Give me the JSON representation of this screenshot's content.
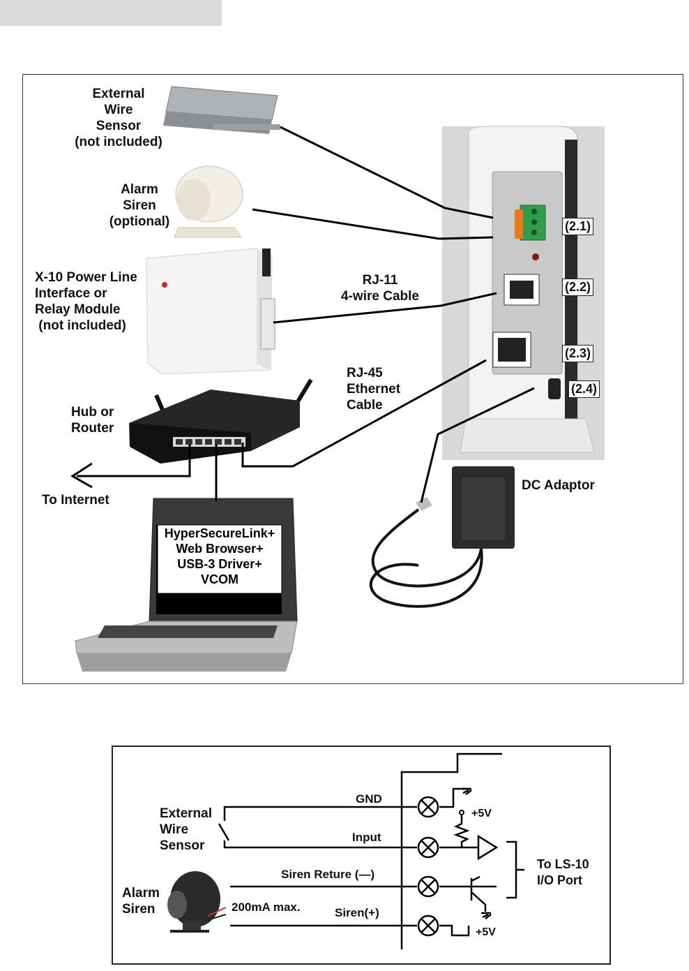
{
  "diagram_top": {
    "external_sensor": "External\nWire\nSensor\n(not included)",
    "alarm_siren": "Alarm\nSiren\n(optional)",
    "x10": "X-10 Power Line\nInterface or\nRelay Module\n (not included)",
    "rj11": "RJ-11\n4-wire Cable",
    "rj45": "RJ-45\nEthernet\nCable",
    "hub": "Hub or\nRouter",
    "internet": "To Internet",
    "dc_adaptor": "DC Adaptor",
    "laptop_screen": [
      "HyperSecureLink+",
      "Web Browser+",
      "USB-3 Driver+",
      "VCOM"
    ],
    "port_labels": [
      "(2.1)",
      "(2.2)",
      "(2.3)",
      "(2.4)"
    ]
  },
  "diagram_bottom": {
    "external_sensor": "External\nWire\nSensor",
    "alarm_siren": "Alarm\nSiren",
    "gnd": "GND",
    "input": "Input",
    "siren_return": "Siren Reture (—)",
    "siren_plus": "Siren(+)",
    "max_current": "200mA max.",
    "plus5v_top": "+5V",
    "plus5v_bottom": "+5V",
    "to_port": "To LS-10\nI/O Port"
  }
}
